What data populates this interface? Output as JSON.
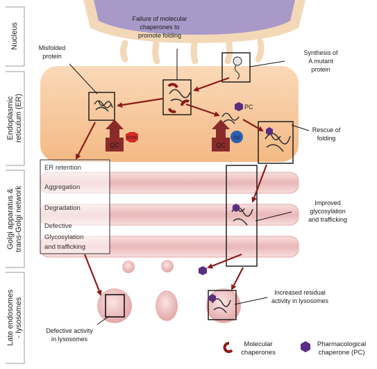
{
  "compartments": {
    "nucleus": "Nucleus",
    "er": [
      "Endoplasmic",
      "reticulum (ER)"
    ],
    "golgi": [
      "Golgi apparatus &",
      "trans-Golgi network"
    ],
    "endosomes": [
      "Late endosomes",
      "- lysosomes"
    ]
  },
  "labels": {
    "failure": [
      "Failure of molecular",
      "chaperones to",
      "promote folding"
    ],
    "misfolded": [
      "Misfolded",
      "protein"
    ],
    "synthesis": [
      "Synthesis of",
      "A mutant",
      "protein"
    ],
    "rescue": [
      "Rescue of",
      "folding"
    ],
    "improved": [
      "Improved",
      "glycosylation",
      "and trafficking"
    ],
    "increased": [
      "Increased residual",
      "activity in lysosomes"
    ],
    "defective_activity": [
      "Defective activity",
      "in lysosomes"
    ],
    "pc_tag": "PC",
    "qc": "QC",
    "stop": "STOP",
    "go": "GO"
  },
  "fate_box": {
    "items": [
      "ER retention",
      "Aggregation",
      "Degradation",
      "Defective",
      "Glycosylation",
      "and trafficking"
    ]
  },
  "legend": {
    "molecular": [
      "Molecular",
      "chaperones"
    ],
    "pharmacological": [
      "Pharmacological",
      "chaperone (PC)"
    ]
  },
  "colors": {
    "nucleus": "#a899c9",
    "nuclear_envelope": "#f3d8b8",
    "er": "#f5c298",
    "golgi": "#f0c6c6",
    "arrow": "#8b1a1a",
    "pc": "#5a2d82",
    "qc": "#8b2a2a",
    "stop": "#d42a2a",
    "go": "#2a5fb0"
  }
}
